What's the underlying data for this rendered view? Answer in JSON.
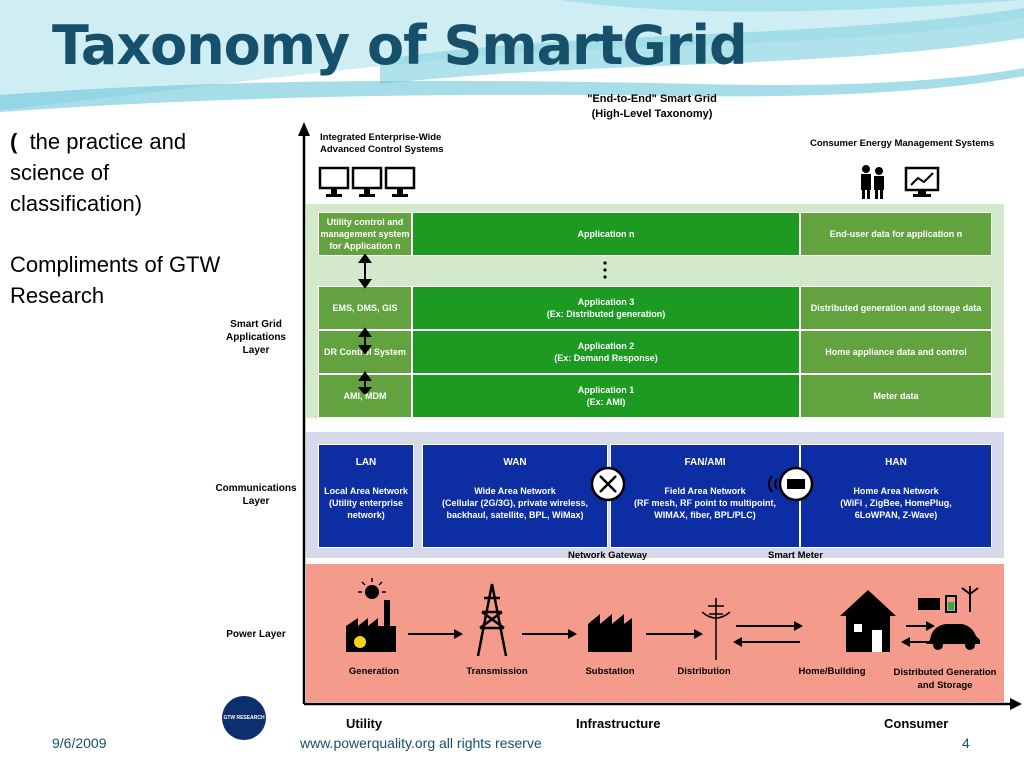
{
  "slide": {
    "title": "Taxonomy of SmartGrid",
    "left_paren": "(",
    "left_line1": "the practice and",
    "left_line2": "science of",
    "left_line3": "classification)",
    "credit_line1": "Compliments of GTW",
    "credit_line2": "Research",
    "footer_date": "9/6/2009",
    "footer_url": "www.powerquality.org  all rights reserve",
    "footer_page": "4"
  },
  "diagram": {
    "title_line1": "\"End-to-End\" Smart Grid",
    "title_line2": "(High-Level Taxonomy)",
    "top_left_line1": "Integrated Enterprise-Wide",
    "top_left_line2": "Advanced Control Systems",
    "top_right": "Consumer Energy Management Systems",
    "layers": {
      "app_line1": "Smart Grid",
      "app_line2": "Applications",
      "app_line3": "Layer",
      "comm_line1": "Communications",
      "comm_line2": "Layer",
      "power": "Power Layer"
    },
    "app_rows": [
      {
        "left_1": "Utility control and",
        "left_2": "management system",
        "left_3": "for Application n",
        "mid_1": "Application n",
        "mid_2": "",
        "right": "End-user data for application n"
      },
      {
        "left_1": "EMS, DMS, GIS",
        "left_2": "",
        "left_3": "",
        "mid_1": "Application 3",
        "mid_2": "(Ex: Distributed generation)",
        "right": "Distributed generation and storage data"
      },
      {
        "left_1": "DR Control System",
        "left_2": "",
        "left_3": "",
        "mid_1": "Application 2",
        "mid_2": "(Ex: Demand Response)",
        "right": "Home appliance data and control"
      },
      {
        "left_1": "AMI, MDM",
        "left_2": "",
        "left_3": "",
        "mid_1": "Application 1",
        "mid_2": "(Ex: AMI)",
        "right": "Meter data"
      }
    ],
    "networks": [
      {
        "name": "LAN",
        "d1": "Local Area Network",
        "d2": "(Utility enterprise",
        "d3": "network)"
      },
      {
        "name": "WAN",
        "d1": "Wide Area Network",
        "d2": "(Cellular (2G/3G), private wireless,",
        "d3": "backhaul, satellite, BPL, WiMax)"
      },
      {
        "name": "FAN/AMI",
        "d1": "Field Area Network",
        "d2": "(RF mesh, RF point to multipoint,",
        "d3": "WIMAX, fiber, BPL/PLC)"
      },
      {
        "name": "HAN",
        "d1": "Home Area Network",
        "d2": "(WiFi , ZigBee, HomePlug,",
        "d3": "6LoWPAN, Z-Wave)"
      }
    ],
    "network_gateway": "Network Gateway",
    "smart_meter": "Smart Meter",
    "power_items": [
      "Generation",
      "Transmission",
      "Substation",
      "Distribution",
      "Home/Building",
      "Distributed Generation",
      "and Storage"
    ],
    "axis": {
      "utility": "Utility",
      "infrastructure": "Infrastructure",
      "consumer": "Consumer"
    },
    "logo_text": "GTW RESEARCH"
  },
  "colors": {
    "title": "#17506a",
    "app_band": "#d4e8cc",
    "comm_band": "#d6d9ea",
    "power_band": "#f59b8b",
    "green_dark": "#1c9a22",
    "green_olive": "#62a340",
    "navy": "#0d2da3"
  }
}
